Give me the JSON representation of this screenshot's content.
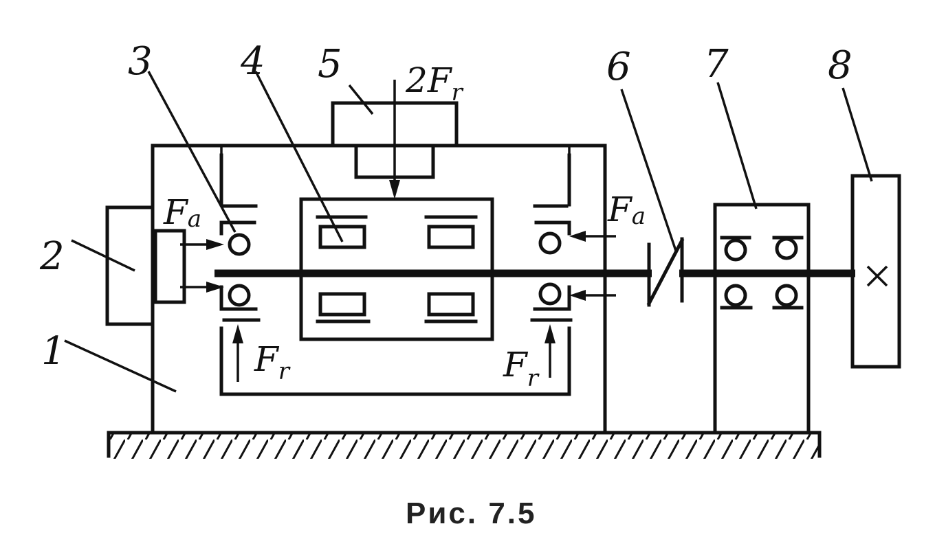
{
  "figure": {
    "caption": "Рис. 7.5",
    "part_labels": [
      "1",
      "2",
      "3",
      "4",
      "5",
      "6",
      "7",
      "8"
    ],
    "force_symbol": "F",
    "radial_subscript": "r",
    "axial_subscript": "a",
    "load_prefix": "2"
  }
}
